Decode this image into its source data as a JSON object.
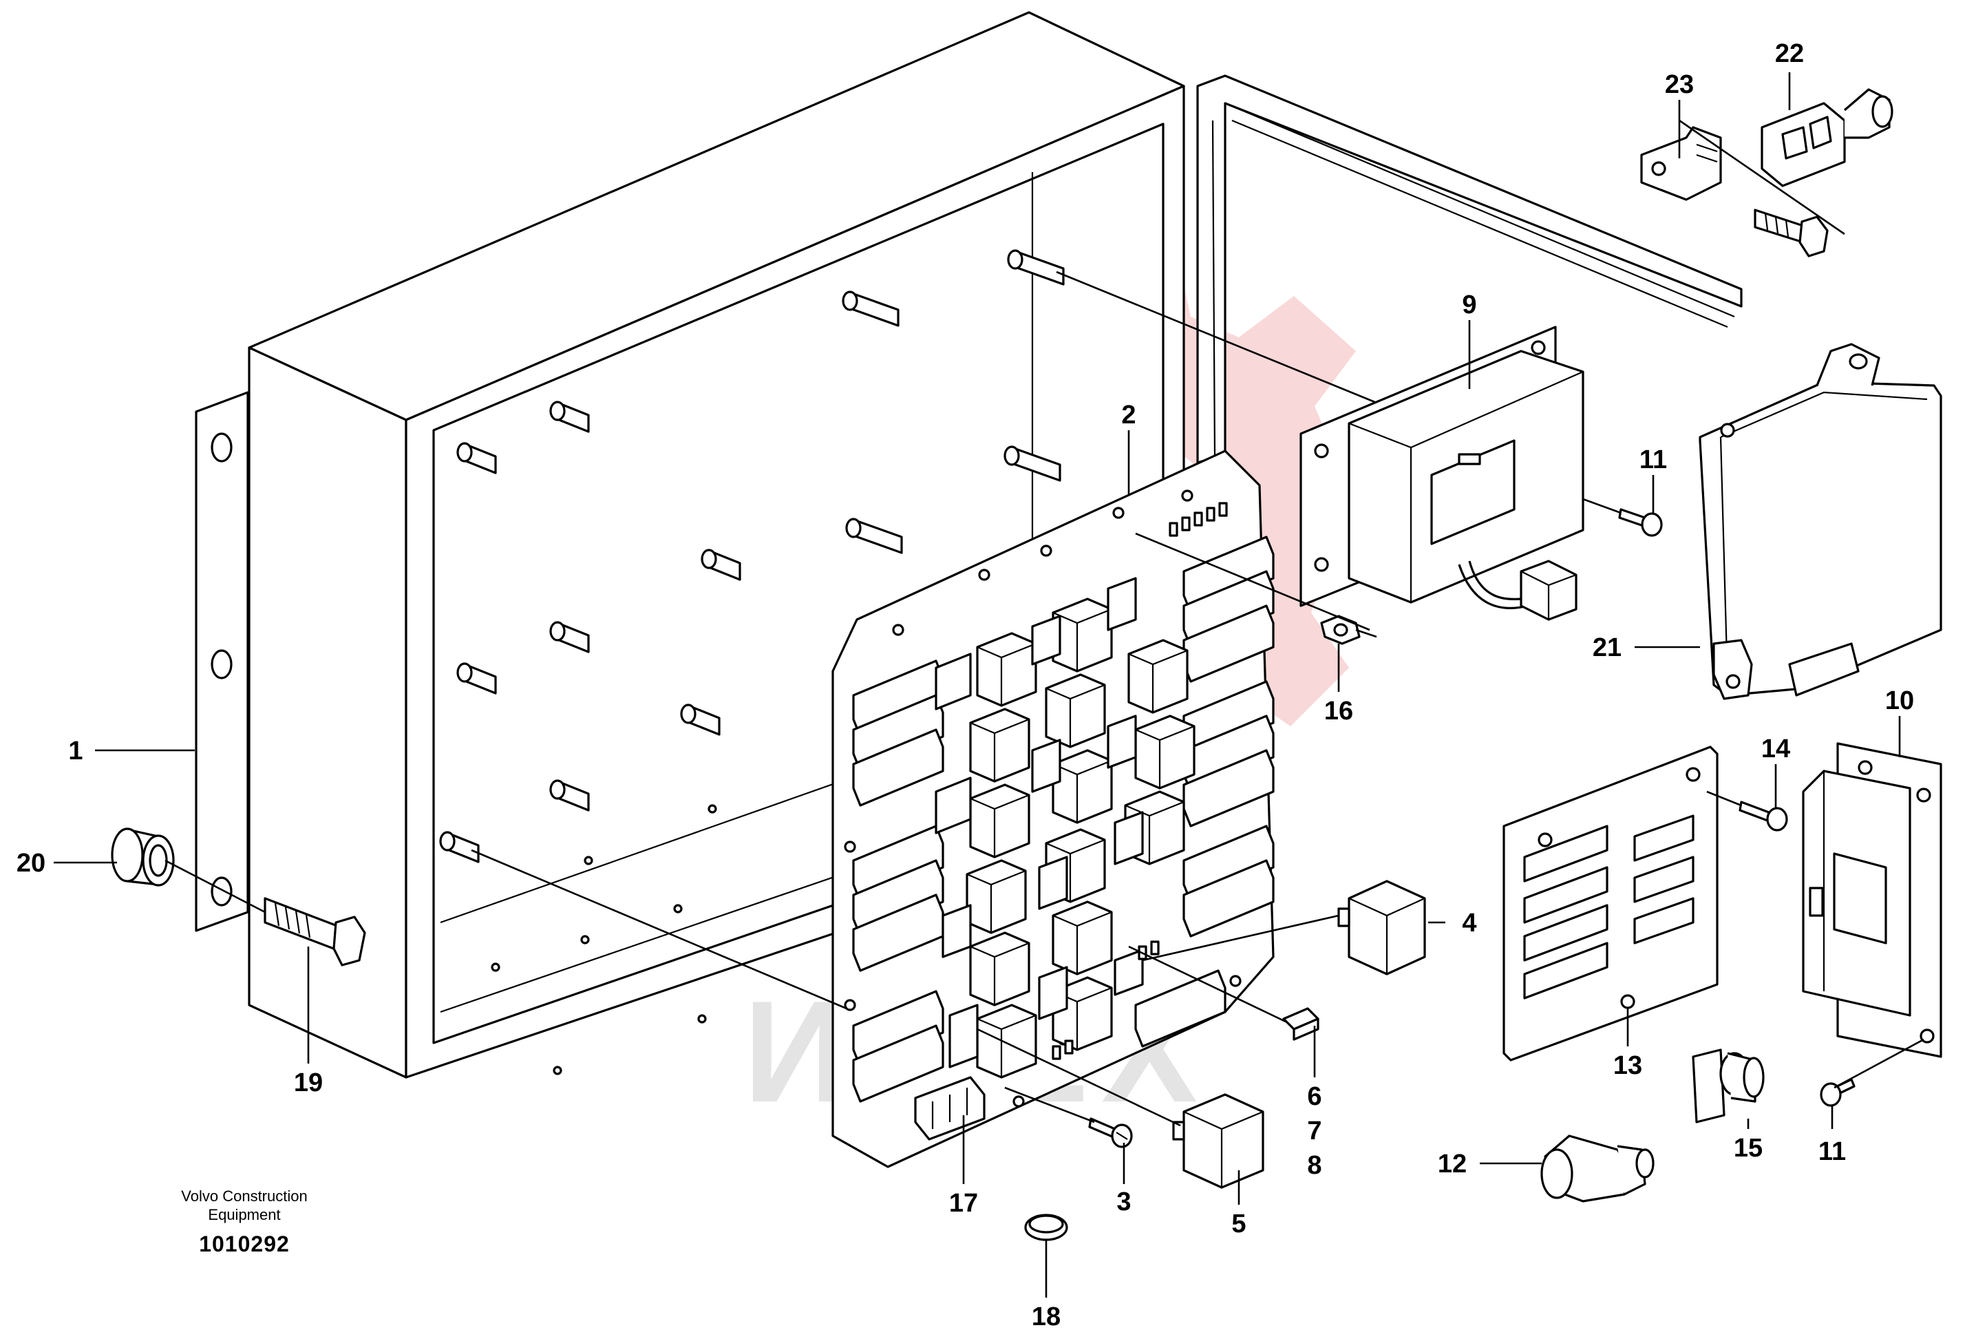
{
  "credit": {
    "line1": "Volvo Construction",
    "line2": "Equipment",
    "catalog_number": "1010292"
  },
  "watermark": {
    "text": "ИMEX",
    "color": "#f2b8b8"
  },
  "part_labels": [
    {
      "id": "p1",
      "text": "1"
    },
    {
      "id": "p2",
      "text": "2"
    },
    {
      "id": "p3",
      "text": "3"
    },
    {
      "id": "p4",
      "text": "4"
    },
    {
      "id": "p5",
      "text": "5"
    },
    {
      "id": "p6",
      "text": "6"
    },
    {
      "id": "p7",
      "text": "7"
    },
    {
      "id": "p8",
      "text": "8"
    },
    {
      "id": "p9",
      "text": "9"
    },
    {
      "id": "p10",
      "text": "10"
    },
    {
      "id": "p11a",
      "text": "11"
    },
    {
      "id": "p11b",
      "text": "11"
    },
    {
      "id": "p12",
      "text": "12"
    },
    {
      "id": "p13",
      "text": "13"
    },
    {
      "id": "p14",
      "text": "14"
    },
    {
      "id": "p15",
      "text": "15"
    },
    {
      "id": "p16",
      "text": "16"
    },
    {
      "id": "p17",
      "text": "17"
    },
    {
      "id": "p18",
      "text": "18"
    },
    {
      "id": "p19",
      "text": "19"
    },
    {
      "id": "p20",
      "text": "20"
    },
    {
      "id": "p21",
      "text": "21"
    },
    {
      "id": "p22",
      "text": "22"
    },
    {
      "id": "p23",
      "text": "23"
    }
  ]
}
